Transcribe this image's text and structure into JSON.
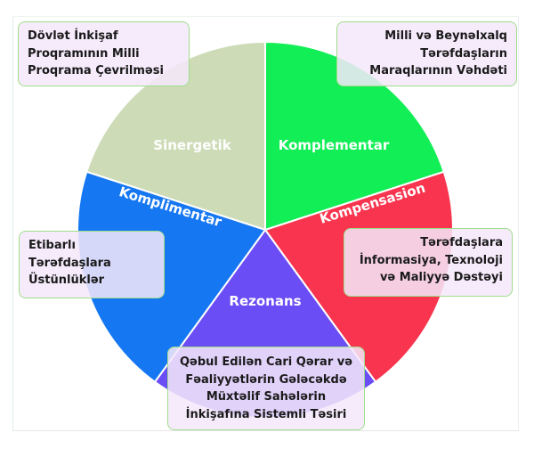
{
  "diagram": {
    "type": "pie",
    "slices": [
      {
        "id": "sinergetik",
        "label": "Sinergetik",
        "color": "#cddbb7",
        "label_color": "#f1f5ea"
      },
      {
        "id": "komplementar",
        "label": "Komplementar",
        "color": "#12ee55",
        "label_color": "#ffffff"
      },
      {
        "id": "kompensasion",
        "label": "Kompensasion",
        "color": "#f8344e",
        "label_color": "#ffffff"
      },
      {
        "id": "rezonans",
        "label": "Rezonans",
        "color": "#6a4df5",
        "label_color": "#ffffff"
      },
      {
        "id": "komplimentar",
        "label": "Komplimentar",
        "color": "#1677f2",
        "label_color": "#ffffff"
      }
    ],
    "values": [
      1,
      1,
      1,
      1,
      1
    ]
  },
  "callouts": {
    "top_left": [
      "Dövlət İnkişaf",
      "Proqramının Milli",
      "Proqrama Çevrilməsi"
    ],
    "top_right": [
      "Milli və Beynəlxalq",
      "Tərəfdaşların",
      "Maraqlarının Vəhdəti"
    ],
    "mid_left": [
      "Etibarlı",
      "Tərəfdaşlara",
      "Üstünlüklər"
    ],
    "mid_right": [
      "Tərəfdaşlara",
      "İnformasiya, Texnoloji",
      "və Maliyyə Dəstəyi"
    ],
    "bottom": [
      "Qəbul Edilən Cari Qərar və",
      "Fəaliyyətlərin Gələcəkdə",
      "Müxtəlif Sahələrin",
      "İnkişafına Sistemli Təsiri"
    ]
  }
}
